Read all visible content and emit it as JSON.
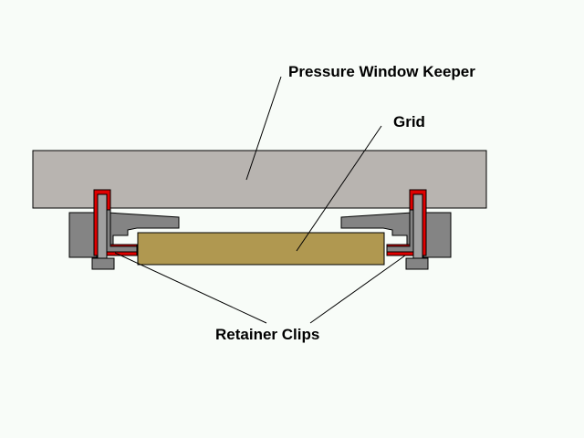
{
  "labels": {
    "keeper": "Pressure Window Keeper",
    "grid": "Grid",
    "clips": "Retainer Clips"
  },
  "colors": {
    "background": "#f8fcf8",
    "keeper": "#b8b4b0",
    "grid": "#b09850",
    "clip": "#848484",
    "clip_red": "#e00000",
    "stroke": "#000000",
    "label": "#000000"
  }
}
